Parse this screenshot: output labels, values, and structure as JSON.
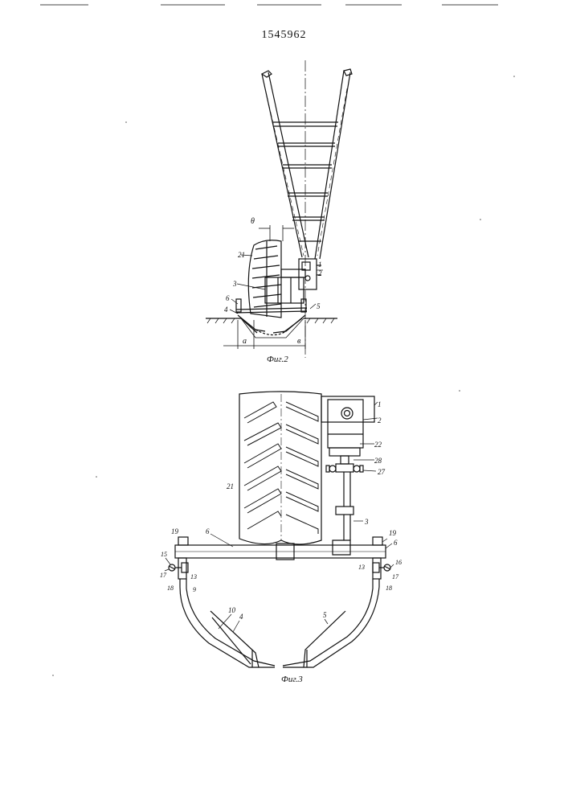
{
  "patent_number": "1545962",
  "fig2": {
    "caption": "Фиг.2",
    "labels": {
      "l1": "1",
      "l2": "2",
      "l3": "3",
      "l4": "4",
      "l5": "5",
      "l6": "6",
      "l21": "21"
    },
    "dims": {
      "theta": "θ",
      "a": "a",
      "b": "в"
    }
  },
  "fig3": {
    "caption": "Фиг.3",
    "labels": {
      "l1": "1",
      "l2": "2",
      "l22": "22",
      "l28": "28",
      "l27": "27",
      "l21": "21",
      "l3": "3",
      "l19a": "19",
      "l6a": "6",
      "l19b": "19",
      "l6b": "6",
      "l15": "15",
      "l17a": "17",
      "l13a": "13",
      "l18a": "18",
      "l9": "9",
      "l13b": "13",
      "l16": "16",
      "l17b": "17",
      "l18b": "18",
      "l10": "10",
      "l4": "4",
      "l5": "5"
    }
  }
}
